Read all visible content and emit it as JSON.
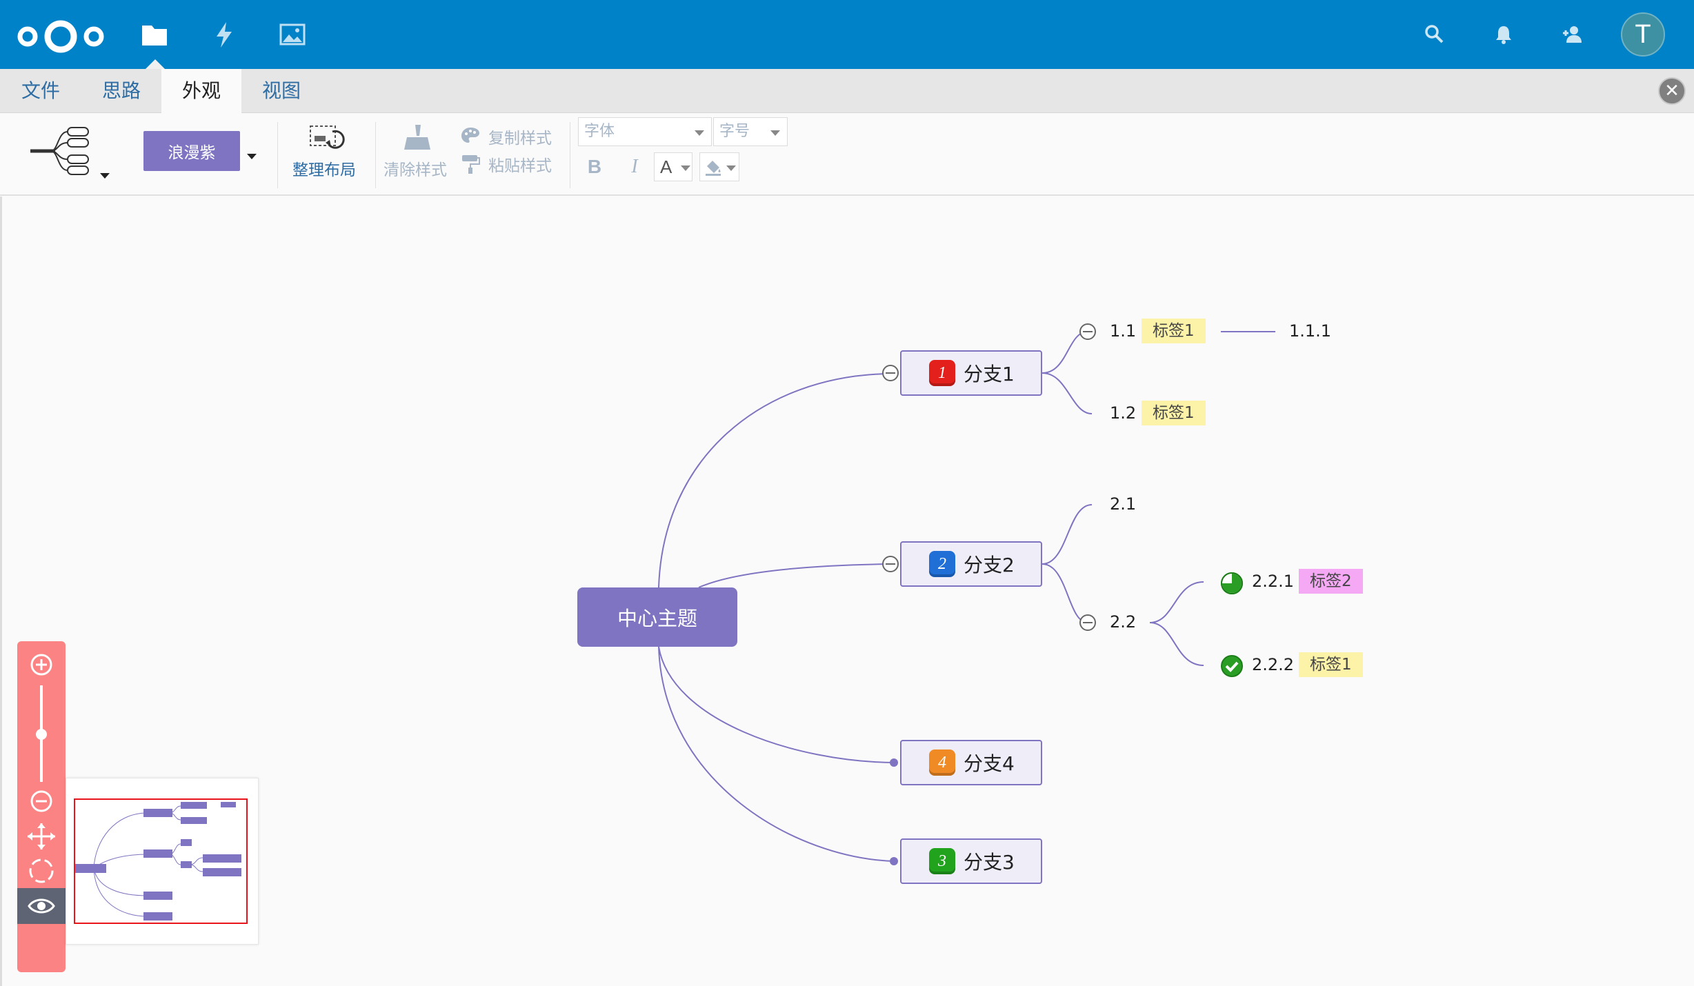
{
  "header": {
    "logo_icon": "nextcloud-logo-icon",
    "apps": [
      {
        "name": "files-icon",
        "active": true
      },
      {
        "name": "activity-icon",
        "active": false
      },
      {
        "name": "gallery-icon",
        "active": false
      }
    ],
    "right_icons": [
      "search-icon",
      "notifications-bell-icon",
      "contacts-icon"
    ],
    "avatar_letter": "T",
    "color": "#0082c9"
  },
  "tabs": [
    {
      "label": "文件",
      "active": false
    },
    {
      "label": "思路",
      "active": false
    },
    {
      "label": "外观",
      "active": true
    },
    {
      "label": "视图",
      "active": false
    }
  ],
  "toolbar": {
    "theme_label": "浪漫紫",
    "arrange_label": "整理布局",
    "clear_style_label": "清除样式",
    "copy_style_label": "复制样式",
    "paste_style_label": "粘贴样式",
    "font_placeholder": "字体",
    "size_placeholder": "字号",
    "bold_label": "B",
    "italic_label": "I",
    "font_color_label": "A"
  },
  "mindmap": {
    "root": "中心主题",
    "branches": [
      {
        "label": "分支1",
        "priority": "1",
        "priority_color": "#e3201b"
      },
      {
        "label": "分支2",
        "priority": "2",
        "priority_color": "#1f6fd7"
      },
      {
        "label": "分支4",
        "priority": "4",
        "priority_color": "#f08a24"
      },
      {
        "label": "分支3",
        "priority": "3",
        "priority_color": "#22a31e"
      }
    ],
    "subs": {
      "b1_1": "1.1",
      "b1_1_tag": "标签1",
      "b1_1_1": "1.1.1",
      "b1_2": "1.2",
      "b1_2_tag": "标签1",
      "b2_1": "2.1",
      "b2_2": "2.2",
      "b2_2_1": "2.2.1",
      "b2_2_1_tag": "标签2",
      "b2_2_2": "2.2.2",
      "b2_2_2_tag": "标签1"
    },
    "progress_2_2_1": 0.75,
    "progress_2_2_2": 1.0,
    "accent_color": "#7e74c1",
    "tag_yellow": "#fdf3a8",
    "tag_pink": "#f5a9f5"
  },
  "navigator": {
    "zoom_level": 0.5,
    "controls": [
      "zoom-in-icon",
      "zoom-out-icon",
      "move-icon",
      "locate-icon",
      "eye-icon"
    ]
  }
}
